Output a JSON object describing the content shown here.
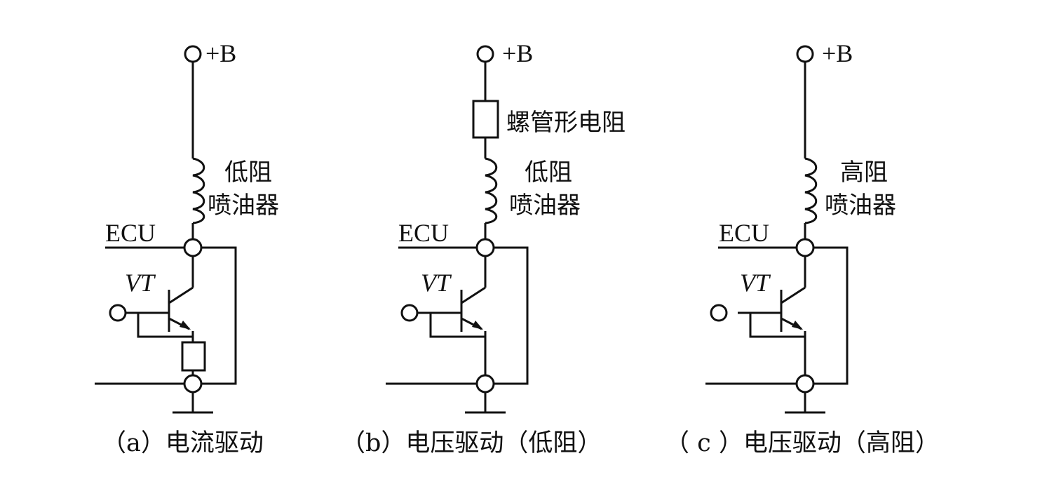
{
  "figure": {
    "circuits": [
      {
        "id": "a",
        "supply_label": "+B",
        "series_resistor_label": null,
        "injector_label_line1": "低阻",
        "injector_label_line2": "喷油器",
        "ecu_label": "ECU",
        "transistor_label": "VT",
        "emitter_resistor": true,
        "input_terminal_connected": true,
        "caption": "（a）电流驱动"
      },
      {
        "id": "b",
        "supply_label": "+B",
        "series_resistor_label": "螺管形电阻",
        "injector_label_line1": "低阻",
        "injector_label_line2": "喷油器",
        "ecu_label": "ECU",
        "transistor_label": "VT",
        "emitter_resistor": false,
        "input_terminal_connected": true,
        "caption": "（b）电压驱动（低阻）"
      },
      {
        "id": "c",
        "supply_label": "+B",
        "series_resistor_label": null,
        "injector_label_line1": "高阻",
        "injector_label_line2": "喷油器",
        "ecu_label": "ECU",
        "transistor_label": "VT",
        "emitter_resistor": false,
        "input_terminal_connected": false,
        "caption": "（ c ）电压驱动（高阻）"
      }
    ]
  }
}
